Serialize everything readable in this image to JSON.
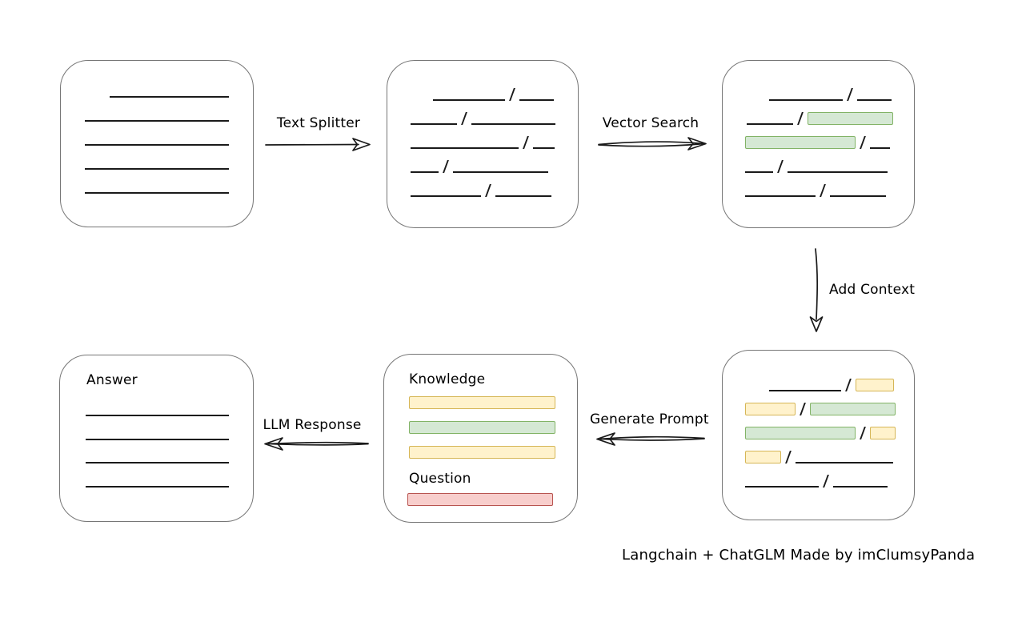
{
  "colors": {
    "ink": "#1a1a1a",
    "box_border": "#767676",
    "green_fill": "#d5e8d4",
    "green_border": "#82b366",
    "yellow_fill": "#fff2cc",
    "yellow_border": "#d6b656",
    "red_fill": "#f8cecc",
    "red_border": "#b85450"
  },
  "arrows": {
    "text_splitter": "Text Splitter",
    "vector_search": "Vector Search",
    "add_context": "Add Context",
    "generate_prompt": "Generate Prompt",
    "llm_response": "LLM Response"
  },
  "boxes": {
    "document": {
      "rows": [
        {
          "ml": 61,
          "segs": [
            {
              "t": "line",
              "w": 149
            }
          ]
        },
        {
          "ml": 30,
          "segs": [
            {
              "t": "line",
              "w": 180
            }
          ]
        },
        {
          "ml": 30,
          "segs": [
            {
              "t": "line",
              "w": 180
            }
          ]
        },
        {
          "ml": 30,
          "segs": [
            {
              "t": "line",
              "w": 180
            }
          ]
        },
        {
          "ml": 30,
          "segs": [
            {
              "t": "line",
              "w": 180
            }
          ]
        }
      ]
    },
    "split_text": {
      "rows": [
        {
          "ml": 57,
          "segs": [
            {
              "t": "line",
              "w": 90
            },
            {
              "t": "slash"
            },
            {
              "t": "line",
              "w": 43
            }
          ]
        },
        {
          "ml": 29,
          "segs": [
            {
              "t": "line",
              "w": 58
            },
            {
              "t": "slash"
            },
            {
              "t": "line",
              "w": 105
            }
          ]
        },
        {
          "ml": 29,
          "segs": [
            {
              "t": "line",
              "w": 135
            },
            {
              "t": "slash"
            },
            {
              "t": "line",
              "w": 27
            }
          ]
        },
        {
          "ml": 29,
          "segs": [
            {
              "t": "line",
              "w": 35
            },
            {
              "t": "slash"
            },
            {
              "t": "line",
              "w": 119
            }
          ]
        },
        {
          "ml": 29,
          "segs": [
            {
              "t": "line",
              "w": 88
            },
            {
              "t": "slash"
            },
            {
              "t": "line",
              "w": 70
            }
          ]
        }
      ]
    },
    "matched_chunks": {
      "rows": [
        {
          "ml": 58,
          "segs": [
            {
              "t": "line",
              "w": 92
            },
            {
              "t": "slash"
            },
            {
              "t": "line",
              "w": 43
            }
          ]
        },
        {
          "ml": 30,
          "segs": [
            {
              "t": "line",
              "w": 58
            },
            {
              "t": "slash"
            },
            {
              "t": "green",
              "w": 107
            }
          ]
        },
        {
          "ml": 28,
          "segs": [
            {
              "t": "green",
              "w": 138
            },
            {
              "t": "slash"
            },
            {
              "t": "line",
              "w": 25
            }
          ]
        },
        {
          "ml": 28,
          "segs": [
            {
              "t": "line",
              "w": 35
            },
            {
              "t": "slash"
            },
            {
              "t": "line",
              "w": 125
            }
          ]
        },
        {
          "ml": 28,
          "segs": [
            {
              "t": "line",
              "w": 88
            },
            {
              "t": "slash"
            },
            {
              "t": "line",
              "w": 70
            }
          ]
        }
      ]
    },
    "context_chunks": {
      "rows": [
        {
          "ml": 58,
          "segs": [
            {
              "t": "line",
              "w": 90
            },
            {
              "t": "slash"
            },
            {
              "t": "yellow",
              "w": 48
            }
          ]
        },
        {
          "ml": 28,
          "segs": [
            {
              "t": "yellow",
              "w": 63
            },
            {
              "t": "slash"
            },
            {
              "t": "green",
              "w": 107
            }
          ]
        },
        {
          "ml": 28,
          "segs": [
            {
              "t": "green",
              "w": 138
            },
            {
              "t": "slash"
            },
            {
              "t": "yellow",
              "w": 32
            }
          ]
        },
        {
          "ml": 28,
          "segs": [
            {
              "t": "yellow",
              "w": 45
            },
            {
              "t": "slash"
            },
            {
              "t": "line",
              "w": 122
            }
          ]
        },
        {
          "ml": 28,
          "segs": [
            {
              "t": "line",
              "w": 92
            },
            {
              "t": "slash"
            },
            {
              "t": "line",
              "w": 68
            }
          ]
        }
      ]
    },
    "prompt": {
      "knowledge_label": "Knowledge",
      "question_label": "Question"
    },
    "answer": {
      "label": "Answer"
    }
  },
  "footer": {
    "credit": "Langchain + ChatGLM Made by imClumsyPanda"
  }
}
